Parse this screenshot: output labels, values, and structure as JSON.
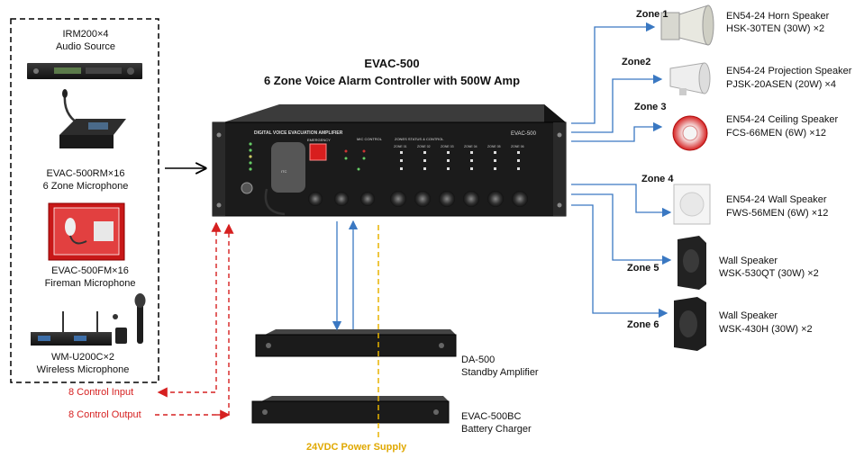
{
  "title": {
    "line1": "EVAC-500",
    "line2": "6 Zone Voice Alarm Controller with 500W Amp"
  },
  "sources": [
    {
      "line1": "IRM200×4",
      "line2": "Audio Source"
    },
    {
      "line1": "EVAC-500RM×16",
      "line2": "6 Zone Microphone"
    },
    {
      "line1": "EVAC-500FM×16",
      "line2": "Fireman Microphone"
    },
    {
      "line1": "WM-U200C×2",
      "line2": "Wireless  Microphone"
    }
  ],
  "panel": {
    "header": "DIGITAL VOICE EVACUATION AMPLIFIER",
    "model": "EVAC-500",
    "mic_label": "ITC",
    "emergency": "EMERGENCY",
    "zone_control": "MIC CONTROL",
    "zone_status": "ZONES STATUS & CONTROL",
    "zone_labels": [
      "ZONE 01",
      "ZONE 02",
      "ZONE 03",
      "ZONE 04",
      "ZONE 05",
      "ZONE 06"
    ]
  },
  "standby": {
    "line1": "DA-500",
    "line2": "Standby Amplifier"
  },
  "charger": {
    "line1": "EVAC-500BC",
    "line2": "Battery Charger"
  },
  "control_in": "8 Control Input",
  "control_out": "8 Control Output",
  "power": "24VDC Power Supply",
  "zones": [
    {
      "zone": "Zone 1",
      "line1": "EN54-24 Horn Speaker",
      "line2": "HSK-30TEN (30W) ×2"
    },
    {
      "zone": "Zone2",
      "line1": "EN54-24 Projection Speaker",
      "line2": "PJSK-20ASEN (20W) ×4"
    },
    {
      "zone": "Zone 3",
      "line1": "EN54-24 Ceiling Speaker",
      "line2": "FCS-66MEN (6W)  ×12"
    },
    {
      "zone": "Zone 4",
      "line1": "EN54-24  Wall Speaker",
      "line2": "FWS-56MEN (6W)  ×12"
    },
    {
      "zone": "Zone 5",
      "line1": "Wall Speaker",
      "line2": "WSK-530QT (30W) ×2"
    },
    {
      "zone": "Zone 6",
      "line1": "Wall Speaker",
      "line2": "WSK-430H (30W) ×2"
    }
  ],
  "colors": {
    "blue": "#3a78c2",
    "red": "#d62020",
    "gold": "#e8b400",
    "device": "#1e1e1e"
  }
}
